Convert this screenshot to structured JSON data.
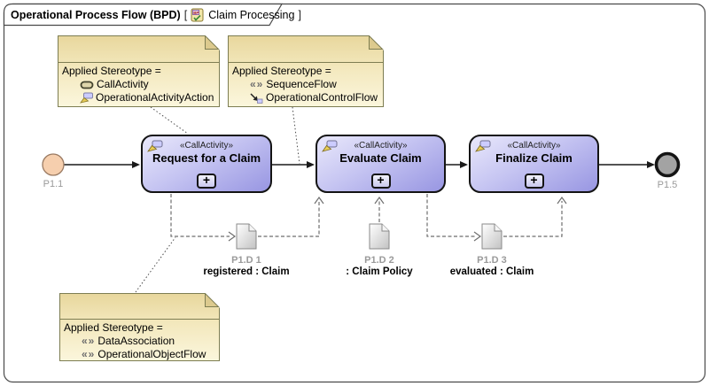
{
  "header": {
    "title": "Operational Process Flow (BPD)",
    "bracket_open": "[",
    "context_name": "Claim Processing",
    "bracket_close": "]"
  },
  "glyphs": {
    "guillemets": "«»",
    "plus": "+"
  },
  "notes": [
    {
      "header": "Applied Stereotype =",
      "items": [
        {
          "icon": "call-activity-icon",
          "label": "CallActivity"
        },
        {
          "icon": "operational-activity-action-icon",
          "label": "OperationalActivityAction"
        }
      ]
    },
    {
      "header": "Applied Stereotype =",
      "items": [
        {
          "icon": "stereotype-guillemets-icon",
          "label": "SequenceFlow"
        },
        {
          "icon": "operational-control-flow-icon",
          "label": "OperationalControlFlow"
        }
      ]
    },
    {
      "header": "Applied Stereotype =",
      "items": [
        {
          "icon": "stereotype-guillemets-icon",
          "label": "DataAssociation"
        },
        {
          "icon": "stereotype-guillemets-icon",
          "label": "OperationalObjectFlow"
        }
      ]
    }
  ],
  "activities": [
    {
      "stereotype": "«CallActivity»",
      "name": "Request for a Claim"
    },
    {
      "stereotype": "«CallActivity»",
      "name": "Evaluate Claim"
    },
    {
      "stereotype": "«CallActivity»",
      "name": "Finalize Claim"
    }
  ],
  "events": {
    "start_label": "P1.1",
    "end_label": "P1.5"
  },
  "data_objects": [
    {
      "id": "P1.D 1",
      "name": "registered : Claim"
    },
    {
      "id": "P1.D 2",
      "name": ": Claim Policy"
    },
    {
      "id": "P1.D 3",
      "name": "evaluated : Claim"
    }
  ],
  "colors": {
    "activity_fill_top": "#e9e8fb",
    "activity_fill_bottom": "#9896e2",
    "note_fill_top": "#e8d79d",
    "note_fill_bottom": "#fbf6dc",
    "note_border": "#7d7d52",
    "start_event_fill": "#f6cfae",
    "end_event_fill": "#a3a3a3",
    "label_gray": "#9a9a9a",
    "flow_color": "#1a1a1a",
    "object_flow_color": "#6e6e6e"
  }
}
